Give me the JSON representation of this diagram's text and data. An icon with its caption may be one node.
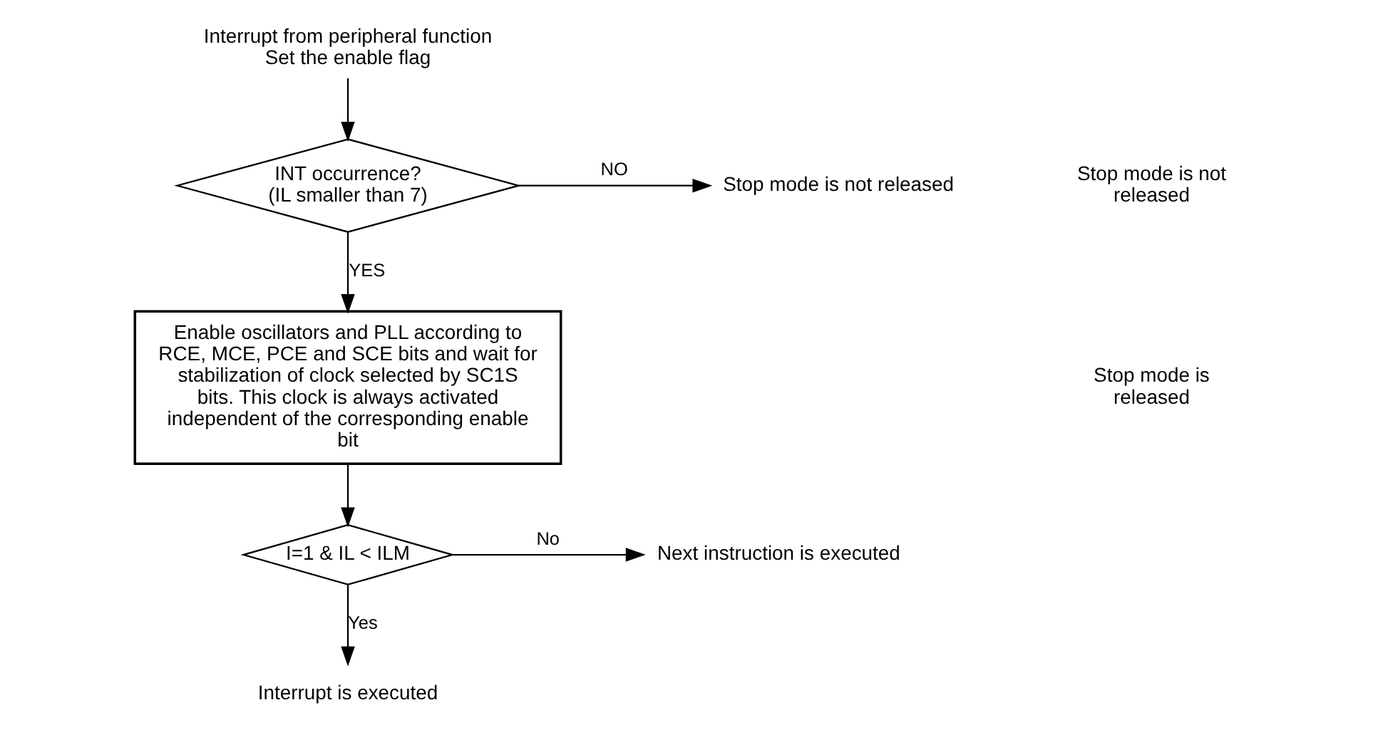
{
  "diagram": {
    "nodes": [
      {
        "text": [
          "Interrupt from peripheral function",
          "Set the enable flag"
        ]
      },
      {
        "text": [
          "INT occurrence?",
          "(IL smaller than 7)"
        ]
      },
      {
        "text": [
          "Stop mode is not released"
        ]
      },
      {
        "text": [
          "Enable oscillators and PLL according to RCE, MCE, PCE and SCE bits and wait for stabilization of clock selected by SC1S bits. This clock is always activated independent of the corresponding enable bit"
        ]
      },
      {
        "text": [
          "I=1 & IL < ILM"
        ]
      },
      {
        "text": [
          "Next instruction is executed"
        ]
      },
      {
        "text": [
          "Interrupt is executed"
        ]
      }
    ],
    "edges": [
      {
        "from": 0,
        "to": 1,
        "arrow": "to"
      },
      {
        "from": 1,
        "to": 2,
        "arrow": "to",
        "label": "NO"
      },
      {
        "from": 1,
        "to": 3,
        "arrow": "to",
        "label": "YES"
      },
      {
        "from": 3,
        "to": 4,
        "arrow": "to"
      },
      {
        "from": 4,
        "to": 5,
        "arrow": "to",
        "label": "No"
      },
      {
        "from": 4,
        "to": 6,
        "arrow": "to",
        "label": "Yes"
      }
    ],
    "labels": [
      "Stop mode is not released",
      "Stop mode is released"
    ]
  }
}
